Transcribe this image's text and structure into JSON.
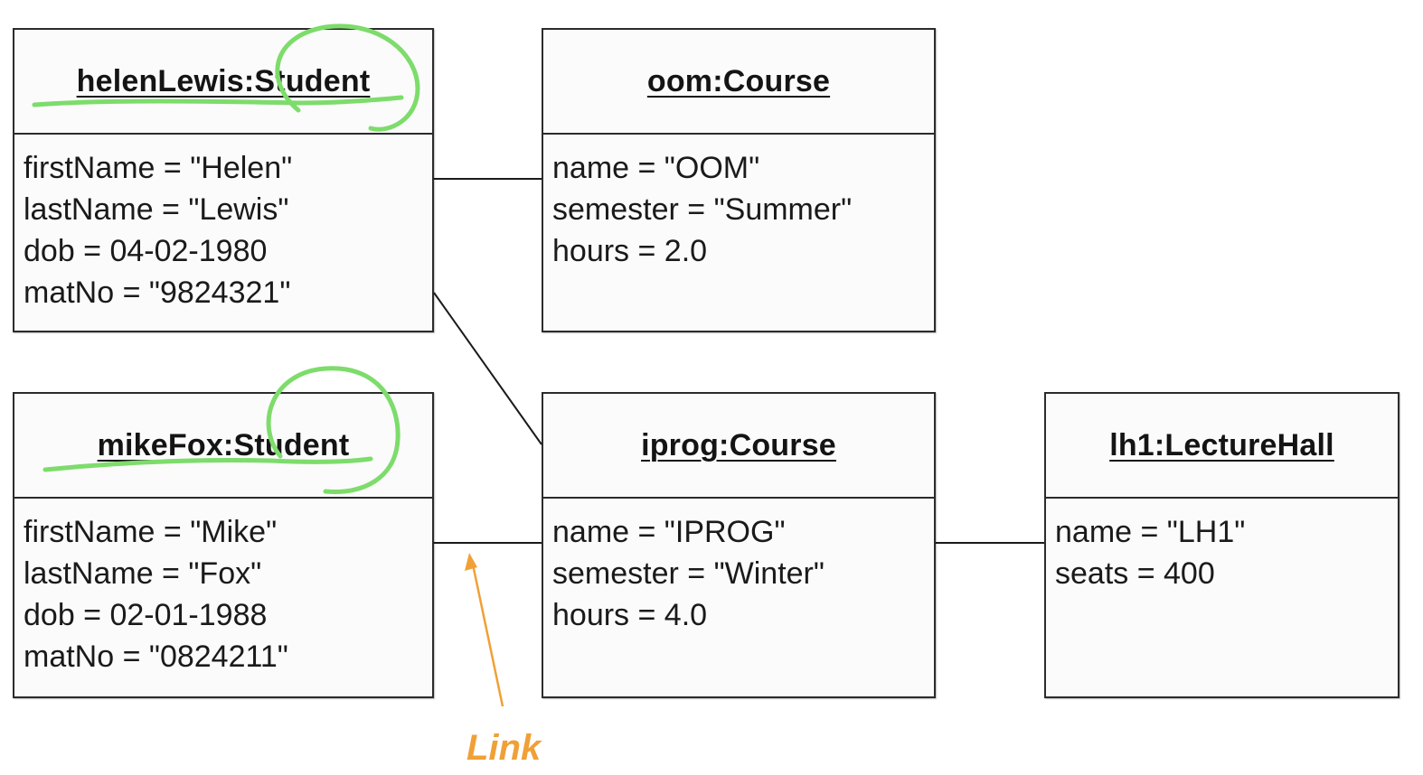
{
  "objects": {
    "helen": {
      "title": "helenLewis:Student",
      "attrs": [
        "firstName = \"Helen\"",
        "lastName = \"Lewis\"",
        "dob = 04-02-1980",
        "matNo = \"9824321\""
      ]
    },
    "oom": {
      "title": "oom:Course",
      "attrs": [
        "name = \"OOM\"",
        "semester = \"Summer\"",
        "hours = 2.0"
      ]
    },
    "mike": {
      "title": "mikeFox:Student",
      "attrs": [
        "firstName = \"Mike\"",
        "lastName = \"Fox\"",
        "dob = 02-01-1988",
        "matNo = \"0824211\""
      ]
    },
    "iprog": {
      "title": "iprog:Course",
      "attrs": [
        "name = \"IPROG\"",
        "semester = \"Winter\"",
        "hours = 4.0"
      ]
    },
    "lh1": {
      "title": "lh1:LectureHall",
      "attrs": [
        "name = \"LH1\"",
        "seats = 400"
      ]
    }
  },
  "annotation": {
    "label": "Link"
  },
  "colors": {
    "annotation": "#f0a036",
    "highlight": "#7ddc6b",
    "line": "#1a1a1a"
  }
}
